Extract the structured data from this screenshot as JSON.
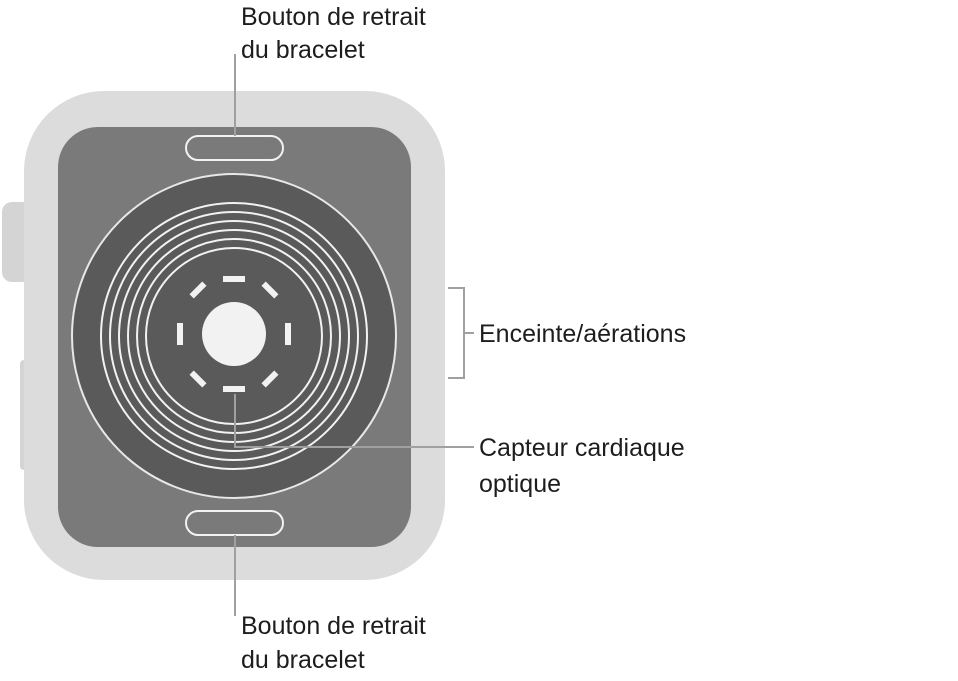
{
  "callouts": {
    "band_release_top": {
      "line1": "Bouton de retrait",
      "line2": "du bracelet"
    },
    "speaker_vents": {
      "line1": "Enceinte/aérations"
    },
    "optical_heart_sensor": {
      "line1": "Capteur cardiaque",
      "line2": "optique"
    },
    "band_release_bottom": {
      "line1": "Bouton de retrait",
      "line2": "du bracelet"
    }
  },
  "colors": {
    "case_outer": "#d9d9d9",
    "case_inner": "#7a7a7a",
    "sensor_dark": "#5a5a5a",
    "sensor_ring": "#f2f2f2",
    "leader_line": "#a0a0a0",
    "crown": "#d4d4d4"
  }
}
